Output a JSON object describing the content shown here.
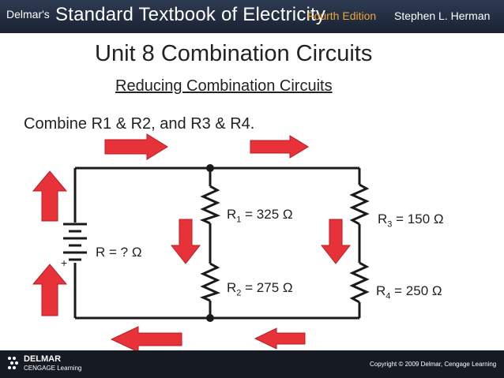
{
  "header": {
    "brand": "Delmar's",
    "title": "Standard Textbook of Electricity",
    "edition": "Fourth Edition",
    "author": "Stephen L. Herman"
  },
  "slide": {
    "title": "Unit 8 Combination Circuits",
    "subtitle": "Reducing Combination Circuits",
    "instruction": "Combine R1 & R2, and R3 & R4."
  },
  "circuit": {
    "total_label": "R = ? Ω",
    "r1": {
      "symbol": "R",
      "subscript": "1",
      "value": "= 325 Ω"
    },
    "r2": {
      "symbol": "R",
      "subscript": "2",
      "value": "= 275 Ω"
    },
    "r3": {
      "symbol": "R",
      "subscript": "3",
      "value": "= 150 Ω"
    },
    "r4": {
      "symbol": "R",
      "subscript": "4",
      "value": "= 250 Ω"
    },
    "battery_plus": "+",
    "arrow_color": "#e8323a",
    "wire_color": "#1a1a1a"
  },
  "footer": {
    "logo_line1": "DELMAR",
    "logo_line2": "CENGAGE Learning",
    "copyright": "Copyright © 2009 Delmar, Cengage Learning"
  }
}
